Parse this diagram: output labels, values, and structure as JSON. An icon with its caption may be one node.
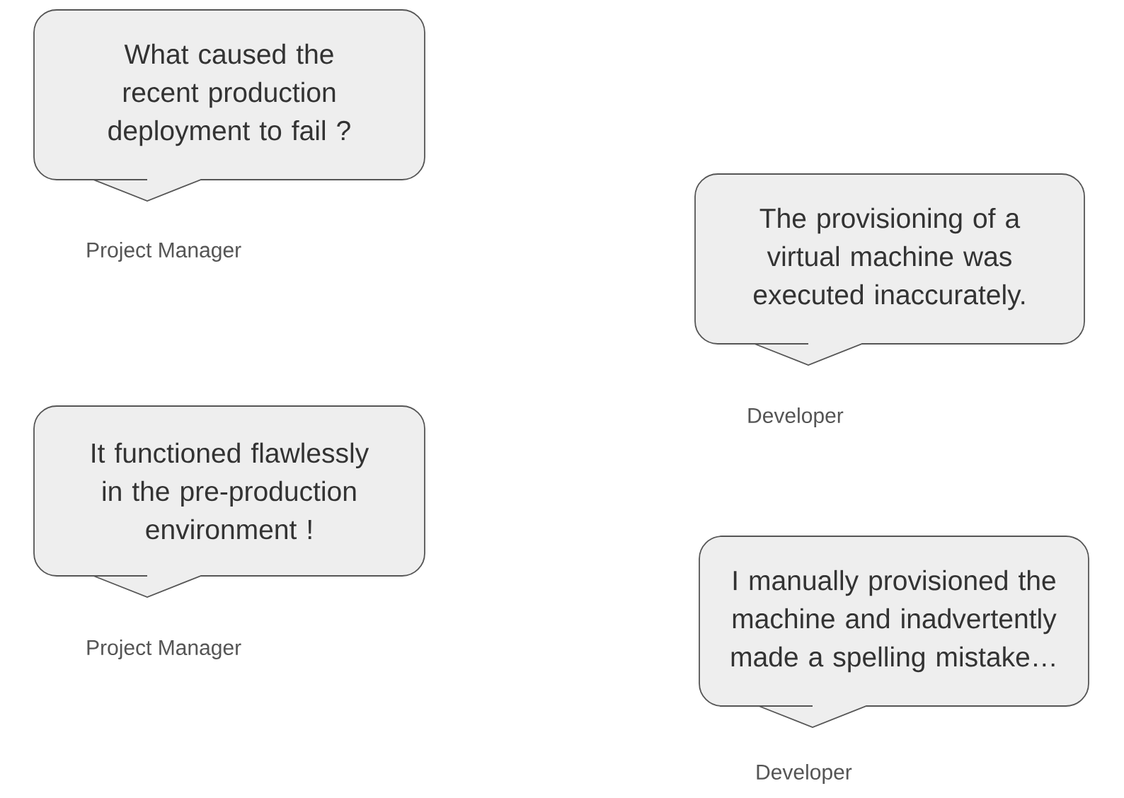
{
  "diagram": {
    "nodes": [
      {
        "text": [
          "What caused the recent production deployment to fail ?"
        ],
        "beside": [
          "Project Manager"
        ]
      },
      {
        "text": [
          "The provisioning of a virtual machine was executed inaccurately."
        ],
        "beside": [
          "Developer"
        ]
      },
      {
        "text": [
          "It functioned flawlessly in the pre-production environment !"
        ],
        "beside": [
          "Project Manager"
        ]
      },
      {
        "text": [
          "I manually provisioned the machine and inadvertently made a spelling mistake…"
        ],
        "beside": [
          "Developer"
        ]
      }
    ]
  }
}
